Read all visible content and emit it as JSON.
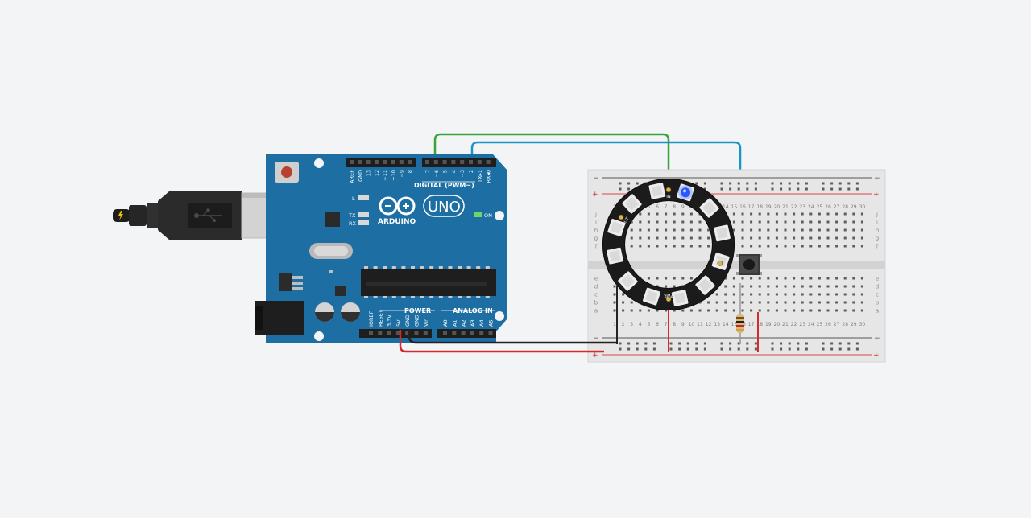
{
  "colors": {
    "background": "#f3f4f6",
    "board": "#1d6fa3",
    "board_dark": "#15557f",
    "breadboard": "#e4e4e4",
    "wire_green": "#3aa43a",
    "wire_blue": "#1a94c4",
    "wire_red": "#d62a2a",
    "wire_black": "#222222",
    "led_on": "#2a58ff"
  },
  "arduino": {
    "digital_label": "DIGITAL (PWM~)",
    "brand_name": "ARDUINO",
    "model": "UNO",
    "on_label": "ON",
    "power_label": "POWER",
    "analog_label": "ANALOG IN",
    "led_labels": [
      "L",
      "TX",
      "RX"
    ],
    "top_pins": [
      "AREF",
      "GND",
      "13",
      "12",
      "~11",
      "~10",
      "~9",
      "8",
      "7",
      "~6",
      "~5",
      "4",
      "~3",
      "2",
      "TX▸1",
      "RX◂0"
    ],
    "power_pins": [
      "IOREF",
      "RESET",
      "3.3V",
      "5V",
      "GND",
      "GND",
      "Vin"
    ],
    "analog_pins": [
      "A0",
      "A1",
      "A2",
      "A3",
      "A4",
      "A5"
    ]
  },
  "breadboard": {
    "top_rows": [
      "j",
      "i",
      "h",
      "g",
      "f"
    ],
    "bottom_rows": [
      "e",
      "d",
      "c",
      "b",
      "a"
    ],
    "columns": [
      "1",
      "2",
      "3",
      "4",
      "5",
      "6",
      "7",
      "8",
      "9",
      "10",
      "11",
      "12",
      "13",
      "14",
      "15",
      "16",
      "17",
      "18",
      "19",
      "20",
      "21",
      "22",
      "23",
      "24",
      "25",
      "26",
      "27",
      "28",
      "29",
      "30"
    ],
    "rail_minus": "−",
    "rail_plus": "+"
  },
  "neopixel_ring": {
    "pixel_count": 12,
    "lit_pixel_index": 0,
    "labels": [
      "IN",
      "OUT",
      "PWR",
      "GND"
    ]
  }
}
